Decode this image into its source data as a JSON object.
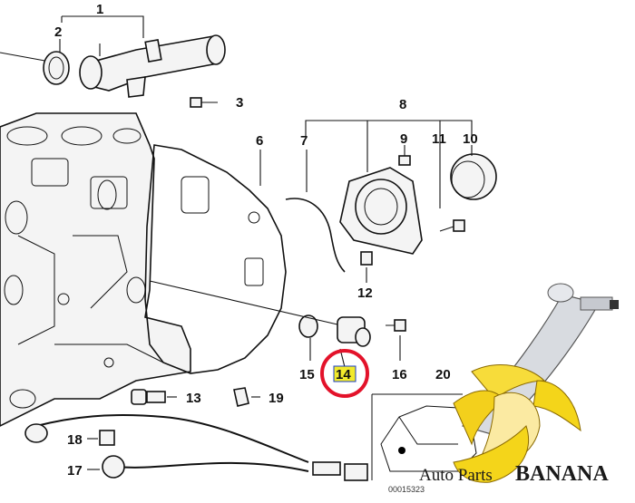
{
  "diagram": {
    "callouts": {
      "c1": "1",
      "c2": "2",
      "c3": "3",
      "c6": "6",
      "c7": "7",
      "c8": "8",
      "c9": "9",
      "c10": "10",
      "c11": "11",
      "c12": "12",
      "c13": "13",
      "c14": "14",
      "c15": "15",
      "c16": "16",
      "c17": "17",
      "c18": "18",
      "c19": "19",
      "c20": "20"
    },
    "highlighted_callout": "14",
    "reference_number": "00015323",
    "colors": {
      "line": "#111111",
      "highlight_circle": "#e3122a",
      "highlight_fill": "#f2ea2b",
      "banana_yellow": "#f4d51a"
    }
  },
  "watermark": {
    "text_part1": "Auto Parts",
    "text_part2": "BANANA"
  }
}
